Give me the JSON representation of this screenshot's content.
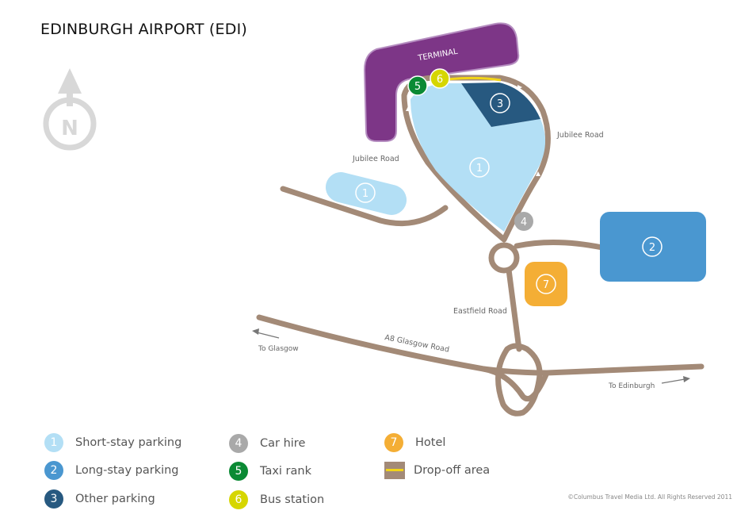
{
  "title": "EDINBURGH AIRPORT (EDI)",
  "compass": {
    "letter": "N"
  },
  "map_labels": {
    "terminal": "TERMINAL",
    "jubilee_road_west": "Jubilee Road",
    "jubilee_road_east": "Jubilee Road",
    "eastfield_road": "Eastfield Road",
    "a8_glasgow_road": "A8 Glasgow Road",
    "to_glasgow": "To Glasgow",
    "to_edinburgh": "To Edinburgh"
  },
  "markers": {
    "short_stay_inner": "1",
    "short_stay_outer": "1",
    "long_stay": "2",
    "other_parking": "3",
    "car_hire": "4",
    "taxi_rank": "5",
    "bus_station": "6",
    "hotel": "7"
  },
  "legend": [
    {
      "num": "1",
      "label": "Short-stay parking",
      "color": "#b3dff5"
    },
    {
      "num": "2",
      "label": "Long-stay parking",
      "color": "#4a97d0"
    },
    {
      "num": "3",
      "label": "Other parking",
      "color": "#275980"
    },
    {
      "num": "4",
      "label": "Car hire",
      "color": "#a9a9a9"
    },
    {
      "num": "5",
      "label": "Taxi rank",
      "color": "#0b8a34"
    },
    {
      "num": "6",
      "label": "Bus station",
      "color": "#d6d600"
    },
    {
      "num": "7",
      "label": "Hotel",
      "color": "#f4ae35"
    },
    {
      "num": "",
      "label": "Drop-off area",
      "color": "#a38a77"
    }
  ],
  "colors": {
    "road": "#a38a77",
    "terminal": "#7d3687",
    "dropoff_line": "#f2d417",
    "compass": "#d8d8d8"
  },
  "copyright": "©Columbus Travel Media Ltd. All Rights Reserved 2011"
}
